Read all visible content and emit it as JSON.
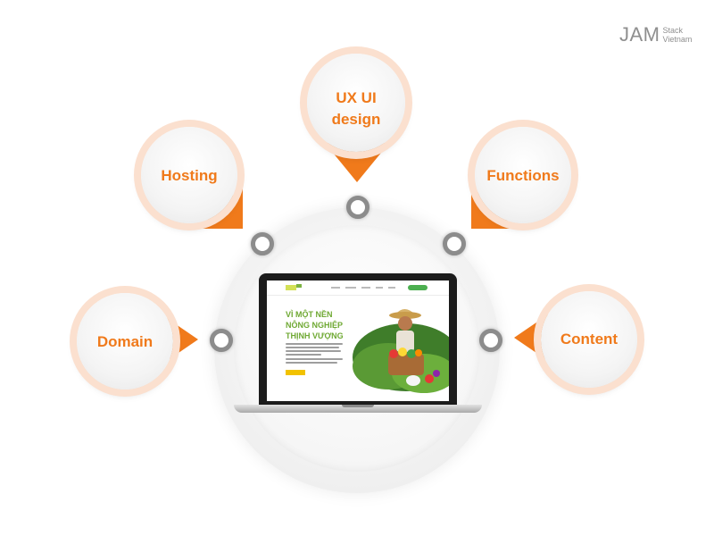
{
  "brand": {
    "main": "JAM",
    "sub_line1": "Stack",
    "sub_line2": "Vietnam"
  },
  "nodes": [
    {
      "id": "ux",
      "label_lines": [
        "UX UI",
        "design"
      ]
    },
    {
      "id": "hosting",
      "label_lines": [
        "Hosting"
      ]
    },
    {
      "id": "functions",
      "label_lines": [
        "Functions"
      ]
    },
    {
      "id": "domain",
      "label_lines": [
        "Domain"
      ]
    },
    {
      "id": "content",
      "label_lines": [
        "Content"
      ]
    }
  ],
  "website": {
    "headline_lines": [
      "VÌ MỘT NỀN",
      "NÔNG NGHIỆP",
      "THỊNH VƯỢNG"
    ]
  },
  "colors": {
    "accent": "#f07a1b",
    "bubble_ring": "#fbe0cf",
    "connector": "#8c8c8c",
    "site_green": "#6fa933",
    "cta_yellow": "#f2c200"
  }
}
